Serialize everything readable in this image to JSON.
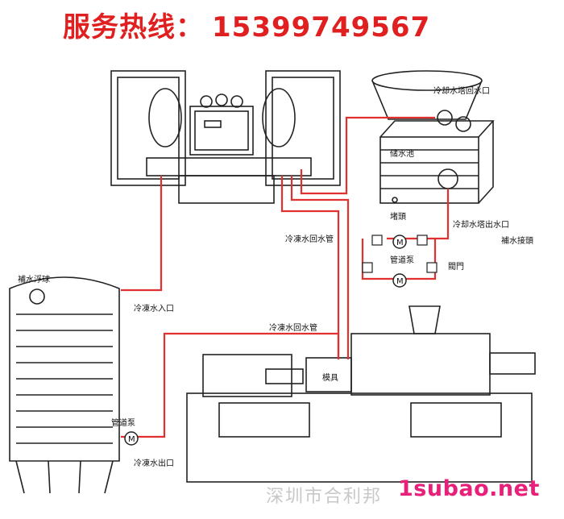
{
  "header": {
    "hotline_label": "服务热线：",
    "phone": "15399749567",
    "color": "#e02020"
  },
  "labels": {
    "cooling_tower_return_inlet": "冷却水塔回水口",
    "water_storage_tank": "储水池",
    "drain_valve": "堵頭",
    "cooling_tower_outlet": "冷却水塔出水口",
    "makeup_float_ball": "補水接頭",
    "pipeline_pump_top": "管道泵",
    "valve": "閥門",
    "chilled_return_pipe_top": "冷凍水回水管",
    "makeup_float_tank": "補水浮球",
    "chilled_water_inlet": "冷凍水入口",
    "chilled_return_pipe_mid": "冷凍水回水管",
    "mold": "模具",
    "pipeline_pump_bottom": "管道泵",
    "chilled_water_outlet": "冷凍水出口",
    "pump_symbol": "M"
  },
  "watermark": "深圳市合利邦",
  "brand": {
    "text": "1subao.net",
    "color": "#e8207a"
  },
  "colors": {
    "pipe": "#e03030",
    "line": "#222222"
  }
}
